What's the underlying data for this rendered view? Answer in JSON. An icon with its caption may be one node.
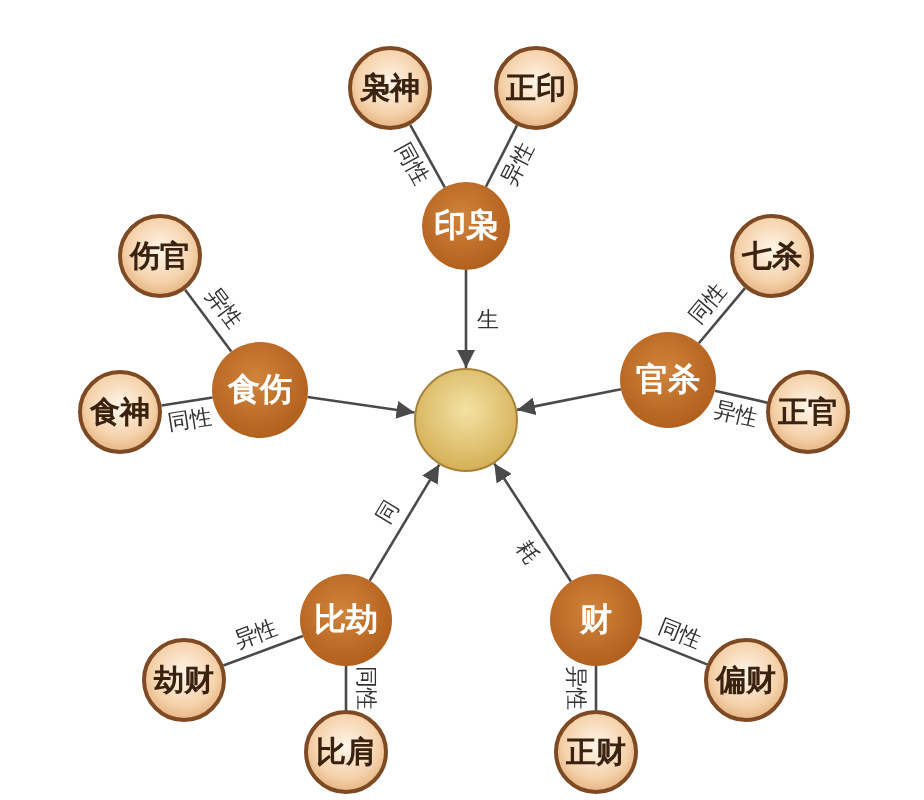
{
  "diagram": {
    "nodes": [
      {
        "text": [
          "枭神"
        ]
      },
      {
        "text": [
          "正印"
        ]
      },
      {
        "text": [
          "印枭"
        ]
      },
      {
        "text": [
          "伤官"
        ]
      },
      {
        "text": [
          "七杀"
        ]
      },
      {
        "text": [
          "食神"
        ]
      },
      {
        "text": [
          "食伤"
        ]
      },
      {
        "text": [],
        "shape": "circle"
      },
      {
        "text": [
          "官杀"
        ]
      },
      {
        "text": [
          "正官"
        ]
      },
      {
        "text": [
          "比劫"
        ]
      },
      {
        "text": [
          "财"
        ]
      },
      {
        "text": [
          "劫财"
        ]
      },
      {
        "text": [
          "偏财"
        ]
      },
      {
        "text": [
          "比肩"
        ]
      },
      {
        "text": [
          "正财"
        ]
      }
    ],
    "edges": [
      {
        "from": 0,
        "to": 2,
        "arrow": "none",
        "label": "同性"
      },
      {
        "from": 1,
        "to": 2,
        "arrow": "none",
        "label": "异性"
      },
      {
        "from": 2,
        "to": 7,
        "arrow": "to",
        "label": "生"
      },
      {
        "from": 3,
        "to": 6,
        "arrow": "none",
        "label": "异性"
      },
      {
        "from": 5,
        "to": 6,
        "arrow": "none",
        "label": "同性"
      },
      {
        "from": 6,
        "to": 7,
        "arrow": "to"
      },
      {
        "from": 8,
        "to": 7,
        "arrow": "to"
      },
      {
        "from": 4,
        "to": 8,
        "arrow": "none",
        "label": "同性"
      },
      {
        "from": 8,
        "to": 9,
        "arrow": "none",
        "label": "异性"
      },
      {
        "from": 10,
        "to": 7,
        "arrow": "to",
        "label": "同"
      },
      {
        "from": 11,
        "to": 7,
        "arrow": "to",
        "label": "耗"
      },
      {
        "from": 10,
        "to": 12,
        "arrow": "none",
        "label": "异性"
      },
      {
        "from": 10,
        "to": 14,
        "arrow": "none",
        "label": "同性"
      },
      {
        "from": 11,
        "to": 13,
        "arrow": "none",
        "label": "同性"
      },
      {
        "from": 11,
        "to": 15,
        "arrow": "none",
        "label": "异性"
      }
    ]
  }
}
